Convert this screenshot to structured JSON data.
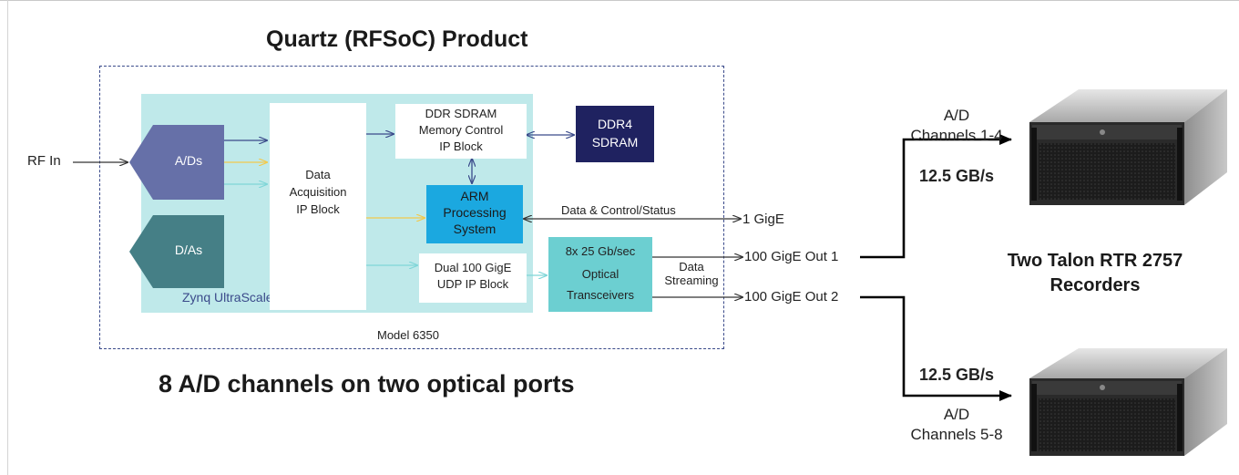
{
  "title": "Quartz (RFSoC) Product",
  "subtitle": "8 A/D channels on two optical ports",
  "model_label": "Model 6350",
  "rfsoc_label": "Zynq UltraScale+ RFSoC",
  "input_label": "RF In",
  "blocks": {
    "ads": "A/Ds",
    "das": "D/As",
    "data_acq": [
      "Data",
      "Acquisition",
      "IP Block"
    ],
    "ddr_ctrl": [
      "DDR SDRAM",
      "Memory Control",
      "IP Block"
    ],
    "ddr4": [
      "DDR4",
      "SDRAM"
    ],
    "arm": [
      "ARM",
      "Processing",
      "System"
    ],
    "udp": [
      "Dual 100 GigE",
      "UDP IP Block"
    ],
    "optical": [
      "8x 25 Gb/sec",
      "Optical",
      "Transceivers"
    ]
  },
  "links": {
    "data_control": "Data & Control/Status",
    "gige": "1 GigE",
    "data_streaming": [
      "Data",
      "Streaming"
    ],
    "out1": "100 GigE Out 1",
    "out2": "100 GigE Out 2"
  },
  "recorders": {
    "top_channels": [
      "A/D",
      "Channels 1-4"
    ],
    "top_rate": "12.5 GB/s",
    "bottom_rate": "12.5 GB/s",
    "bottom_channels": [
      "A/D",
      "Channels 5-8"
    ],
    "name": [
      "Two Talon RTR 2757",
      "Recorders"
    ]
  },
  "colors": {
    "rfsoc_bg": "#bfe9ea",
    "ads": "#6670a8",
    "das": "#457f86",
    "arm": "#1ba8e0",
    "ddr4": "#1f2260",
    "optical": "#6ccfd1",
    "navy_arrow": "#3a4a8a",
    "yellow_arrow": "#f2c94c",
    "cyan_arrow": "#7fd6d8"
  },
  "icons": {
    "recorder": "rackmount-server-icon"
  }
}
